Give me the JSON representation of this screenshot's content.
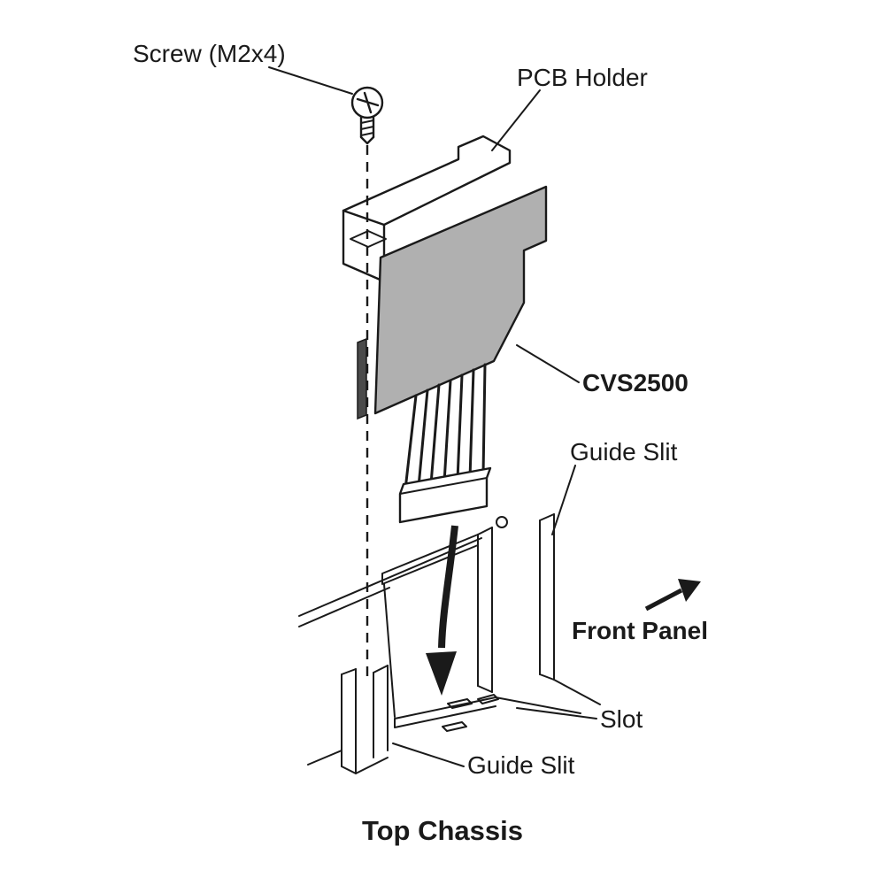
{
  "diagram": {
    "caption": "Top Chassis",
    "labels": {
      "screw": "Screw (M2x4)",
      "pcb_holder": "PCB Holder",
      "board": "CVS2500",
      "guide_slit_upper": "Guide Slit",
      "front_panel": "Front Panel",
      "slot": "Slot",
      "guide_slit_lower": "Guide Slit"
    },
    "colors": {
      "line": "#1a1a1a",
      "pcb_fill": "#b0b0b0",
      "background": "#ffffff"
    }
  }
}
